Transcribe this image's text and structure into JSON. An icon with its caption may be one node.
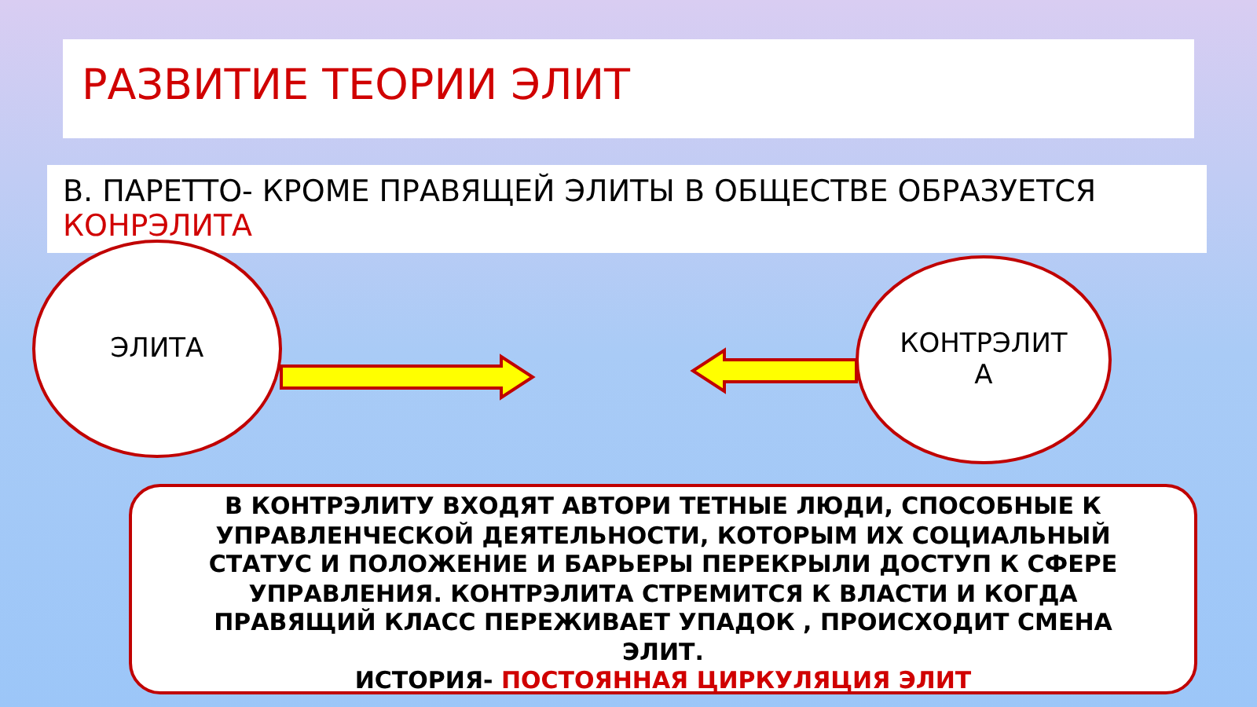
{
  "diagram": {
    "title": "РАЗВИТИЕ ТЕОРИИ ЭЛИТ",
    "nodes": [
      {
        "text": [
          "В. ПАРЕТТО- КРОМЕ ПРАВЯЩЕЙ ЭЛИТЫ В ОБЩЕСТВЕ ОБРАЗУЕТСЯ",
          "КОНРЭЛИТА"
        ]
      },
      {
        "text": [
          "ЭЛИТА"
        ]
      },
      {
        "text": [
          "КОНТРЭЛИТ А"
        ]
      },
      {
        "text": [
          "В КОНТРЭЛИТУ ВХОДЯТ АВТОРИ ТЕТНЫЕ ЛЮДИ, СПОСОБНЫЕ К УПРАВЛЕНЧЕСКОЙ ДЕЯТЕЛЬНОСТИ, КОТОРЫМ ИХ СОЦИАЛЬНЫЙ СТАТУС И ПОЛОЖЕНИЕ И БАРЬЕРЫ ПЕРЕКРЫЛИ ДОСТУП К СФЕРЕ УПРАВЛЕНИЯ. КОНТРЭЛИТА СТРЕМИТСЯ К ВЛАСТИ И КОГДА ПРАВЯЩИЙ КЛАСС ПЕРЕЖИВАЕТ УПАДОК , ПРОИСХОДИТ СМЕНА ЭЛИТ.",
          "ИСТОРИЯ-",
          "ПОСТОЯННАЯ ЦИРКУЛЯЦИЯ ЭЛИТ"
        ]
      }
    ],
    "edges": [
      {
        "from": 1,
        "to": null,
        "arrow": "to"
      },
      {
        "from": 2,
        "to": null,
        "arrow": "to"
      }
    ]
  }
}
